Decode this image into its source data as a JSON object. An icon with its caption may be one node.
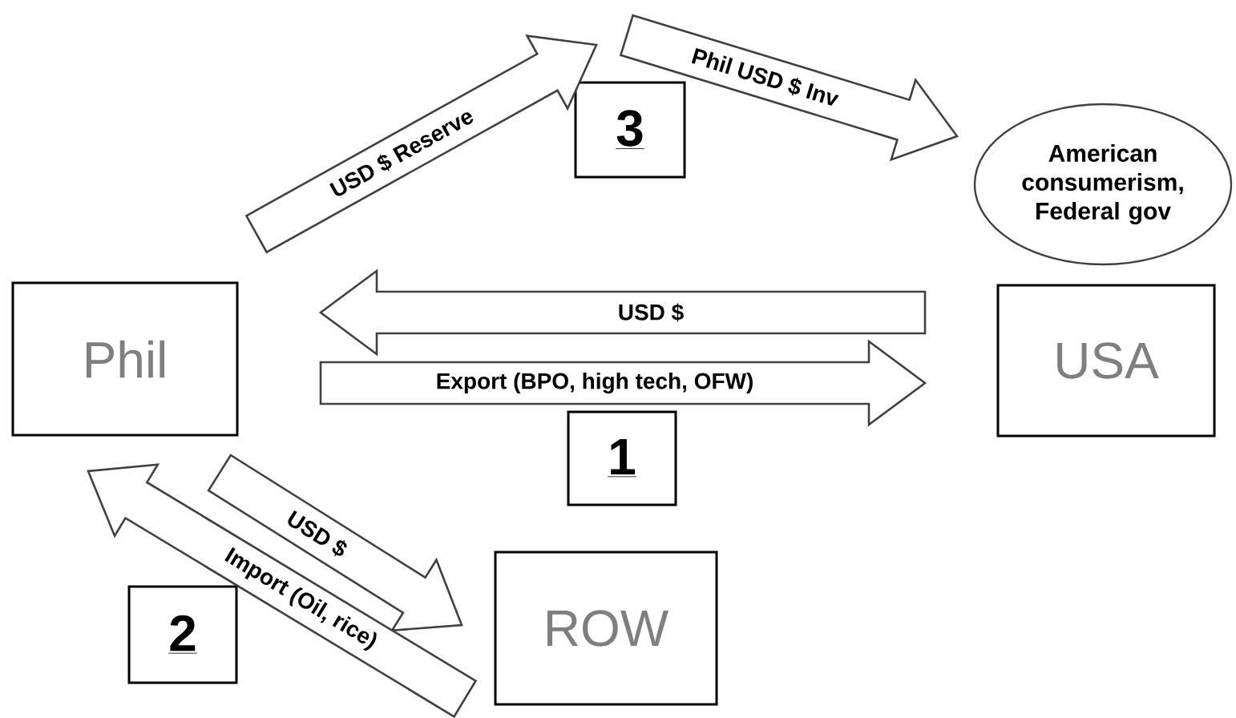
{
  "diagram": {
    "nodes": [
      {
        "text": [
          "Phil"
        ]
      },
      {
        "text": [
          "USA"
        ]
      },
      {
        "text": [
          "ROW"
        ]
      },
      {
        "text": [
          "American consumerism, Federal gov"
        ]
      },
      {
        "text": [
          "1"
        ]
      },
      {
        "text": [
          "2"
        ]
      },
      {
        "text": [
          "3"
        ]
      }
    ],
    "edges": [
      {
        "from": 0,
        "to": null,
        "arrow": "to",
        "label": "USD $ Reserve"
      },
      {
        "from": null,
        "to": 3,
        "arrow": "to",
        "label": "Phil USD $ Inv"
      },
      {
        "from": 1,
        "to": 0,
        "arrow": "to",
        "label": "USD $"
      },
      {
        "from": 0,
        "to": 1,
        "arrow": "to",
        "label": "Export (BPO, high tech, OFW)"
      },
      {
        "from": 0,
        "to": 2,
        "arrow": "to",
        "label": "USD $"
      },
      {
        "from": 2,
        "to": 0,
        "arrow": "to",
        "label": "Import (Oil, rice)"
      }
    ]
  }
}
